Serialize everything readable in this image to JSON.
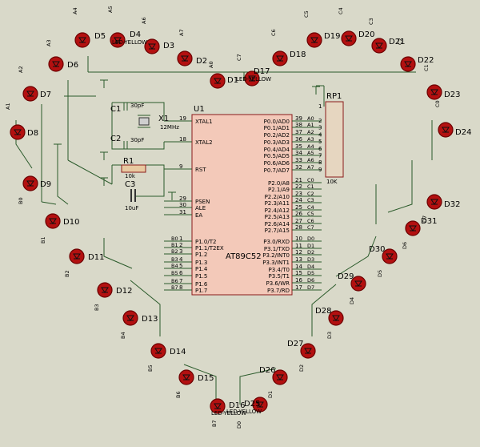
{
  "mcu": {
    "ref": "U1",
    "part": "AT89C52",
    "left_pins": [
      {
        "num": "19",
        "name": "XTAL1"
      },
      {
        "num": "18",
        "name": "XTAL2"
      },
      {
        "num": "9",
        "name": "RST"
      },
      {
        "num": "29",
        "name": "PSEN"
      },
      {
        "num": "30",
        "name": "ALE"
      },
      {
        "num": "31",
        "name": "EA"
      },
      {
        "num": "1",
        "name": "P1.0/T2",
        "net": "B0"
      },
      {
        "num": "2",
        "name": "P1.1/T2EX",
        "net": "B1"
      },
      {
        "num": "3",
        "name": "P1.2",
        "net": "B2"
      },
      {
        "num": "4",
        "name": "P1.3",
        "net": "B3"
      },
      {
        "num": "5",
        "name": "P1.4",
        "net": "B4"
      },
      {
        "num": "6",
        "name": "P1.5",
        "net": "B5"
      },
      {
        "num": "7",
        "name": "P1.6",
        "net": "B6"
      },
      {
        "num": "8",
        "name": "P1.7",
        "net": "B7"
      }
    ],
    "right_pins": [
      {
        "num": "39",
        "name": "P0.0/AD0",
        "net": "A0"
      },
      {
        "num": "38",
        "name": "P0.1/AD1",
        "net": "A1"
      },
      {
        "num": "37",
        "name": "P0.2/AD2",
        "net": "A2"
      },
      {
        "num": "36",
        "name": "P0.3/AD3",
        "net": "A3"
      },
      {
        "num": "35",
        "name": "P0.4/AD4",
        "net": "A4"
      },
      {
        "num": "34",
        "name": "P0.5/AD5",
        "net": "A5"
      },
      {
        "num": "33",
        "name": "P0.6/AD6",
        "net": "A6"
      },
      {
        "num": "32",
        "name": "P0.7/AD7",
        "net": "A7"
      },
      {
        "num": "21",
        "name": "P2.0/A8",
        "net": "C0"
      },
      {
        "num": "22",
        "name": "P2.1/A9",
        "net": "C1"
      },
      {
        "num": "23",
        "name": "P2.2/A10",
        "net": "C2"
      },
      {
        "num": "24",
        "name": "P2.3/A11",
        "net": "C3"
      },
      {
        "num": "25",
        "name": "P2.4/A12",
        "net": "C4"
      },
      {
        "num": "26",
        "name": "P2.5/A13",
        "net": "C5"
      },
      {
        "num": "27",
        "name": "P2.6/A14",
        "net": "C6"
      },
      {
        "num": "28",
        "name": "P2.7/A15",
        "net": "C7"
      },
      {
        "num": "10",
        "name": "P3.0/RXD",
        "net": "D0"
      },
      {
        "num": "11",
        "name": "P3.1/TXD",
        "net": "D1"
      },
      {
        "num": "12",
        "name": "P3.2/INT0",
        "net": "D2"
      },
      {
        "num": "13",
        "name": "P3.3/INT1",
        "net": "D3"
      },
      {
        "num": "14",
        "name": "P3.4/T0",
        "net": "D4"
      },
      {
        "num": "15",
        "name": "P3.5/T1",
        "net": "D5"
      },
      {
        "num": "16",
        "name": "P3.6/WR",
        "net": "D6"
      },
      {
        "num": "17",
        "name": "P3.7/RD",
        "net": "D7"
      }
    ]
  },
  "components": {
    "c1": {
      "ref": "C1",
      "value": "30pF"
    },
    "c2": {
      "ref": "C2",
      "value": "30pF"
    },
    "x1": {
      "ref": "X1",
      "value": "12MHz"
    },
    "r1": {
      "ref": "R1",
      "value": "10k"
    },
    "c3": {
      "ref": "C3",
      "value": "10uF"
    },
    "rp1": {
      "ref": "RP1",
      "value": "10K",
      "pins": [
        "1",
        "2",
        "3",
        "4",
        "5",
        "6",
        "7",
        "8",
        "9"
      ]
    }
  },
  "leds": [
    {
      "ref": "D1",
      "net": "A0"
    },
    {
      "ref": "D2",
      "net": "A7"
    },
    {
      "ref": "D3",
      "net": "A6"
    },
    {
      "ref": "D4",
      "net": "A5",
      "part": "LED-YELLOW"
    },
    {
      "ref": "D5",
      "net": "A4"
    },
    {
      "ref": "D6",
      "net": "A3"
    },
    {
      "ref": "D7",
      "net": "A2"
    },
    {
      "ref": "D8",
      "net": "A1"
    },
    {
      "ref": "D9",
      "net": "B0"
    },
    {
      "ref": "D10",
      "net": "B1"
    },
    {
      "ref": "D11",
      "net": "B2"
    },
    {
      "ref": "D12",
      "net": "B3"
    },
    {
      "ref": "D13",
      "net": "B4"
    },
    {
      "ref": "D14",
      "net": "B5"
    },
    {
      "ref": "D15",
      "net": "B6"
    },
    {
      "ref": "D16",
      "net": "B7",
      "part": "LED-YELLOW"
    },
    {
      "ref": "D17",
      "net": "C7",
      "part": "LED-YELLOW"
    },
    {
      "ref": "D18",
      "net": "C6"
    },
    {
      "ref": "D19",
      "net": "C5"
    },
    {
      "ref": "D20",
      "net": "C4"
    },
    {
      "ref": "D21",
      "net": "C3"
    },
    {
      "ref": "D22",
      "net": "C2"
    },
    {
      "ref": "D23",
      "net": "C1"
    },
    {
      "ref": "D24",
      "net": "C0"
    },
    {
      "ref": "D25",
      "net": "D0",
      "part": "LED-YELLOW"
    },
    {
      "ref": "D26",
      "net": "D1"
    },
    {
      "ref": "D27",
      "net": "D2"
    },
    {
      "ref": "D28",
      "net": "D3"
    },
    {
      "ref": "D29",
      "net": "D4"
    },
    {
      "ref": "D30",
      "net": "D5"
    },
    {
      "ref": "D31",
      "net": "D6"
    },
    {
      "ref": "D32",
      "net": "D7"
    }
  ]
}
